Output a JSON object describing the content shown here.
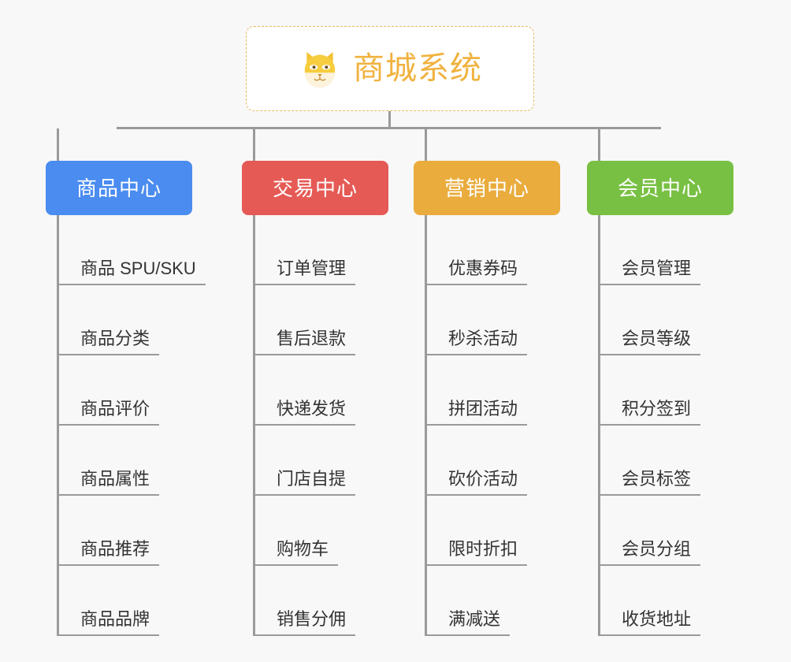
{
  "page": {
    "background_color": "#f8f8f8",
    "line_color": "#9a9a9a"
  },
  "root": {
    "title": "商城系统",
    "icon": "shiba-dog-face-icon",
    "text_color": "#f0b23f",
    "border_color": "#e8b961",
    "background_color": "#ffffff"
  },
  "branches": [
    {
      "label": "商品中心",
      "color": "#4a8cf0",
      "items": [
        "商品 SPU/SKU",
        "商品分类",
        "商品评价",
        "商品属性",
        "商品推荐",
        "商品品牌"
      ]
    },
    {
      "label": "交易中心",
      "color": "#e55a55",
      "items": [
        "订单管理",
        "售后退款",
        "快递发货",
        "门店自提",
        "购物车",
        "销售分佣"
      ]
    },
    {
      "label": "营销中心",
      "color": "#e9ac3d",
      "items": [
        "优惠券码",
        "秒杀活动",
        "拼团活动",
        "砍价活动",
        "限时折扣",
        "满减送"
      ]
    },
    {
      "label": "会员中心",
      "color": "#78c043",
      "items": [
        "会员管理",
        "会员等级",
        "积分签到",
        "会员标签",
        "会员分组",
        "收货地址"
      ]
    }
  ]
}
